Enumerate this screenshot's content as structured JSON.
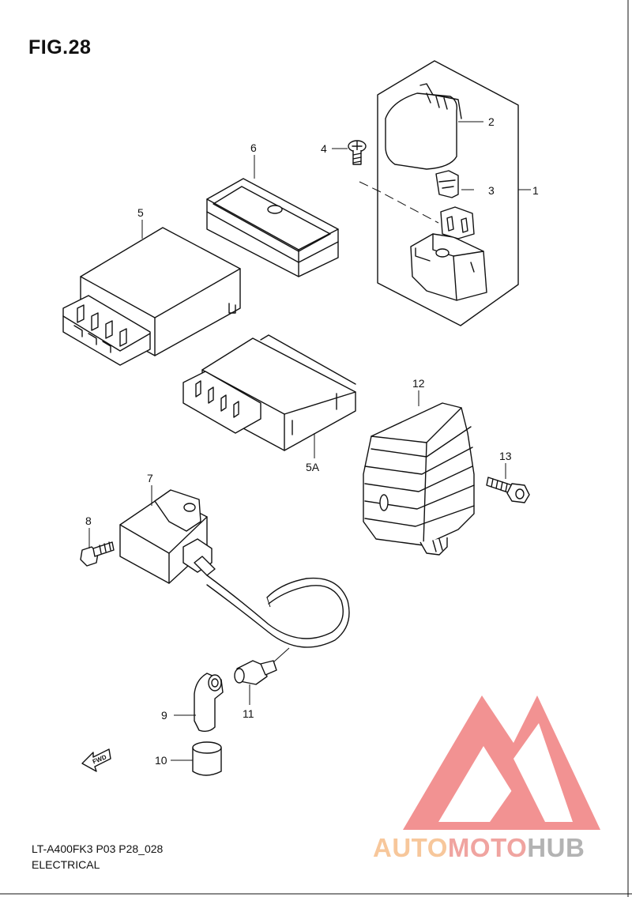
{
  "figure": {
    "title": "FIG.28",
    "code": "LT-A400FK3 P03 P28_028",
    "section": "ELECTRICAL"
  },
  "callouts": [
    "1",
    "2",
    "3",
    "4",
    "5",
    "5A",
    "6",
    "7",
    "8",
    "9",
    "10",
    "11",
    "12",
    "13"
  ],
  "fwd_label": "FWD",
  "watermark": {
    "part1": "AUTO",
    "part2": "MOTO",
    "part3": "HUB",
    "colors": {
      "triangle": "#f08080",
      "text_orange": "#f7c79b",
      "text_red": "#f0a4a0",
      "text_gray": "#b3b3b3"
    }
  }
}
